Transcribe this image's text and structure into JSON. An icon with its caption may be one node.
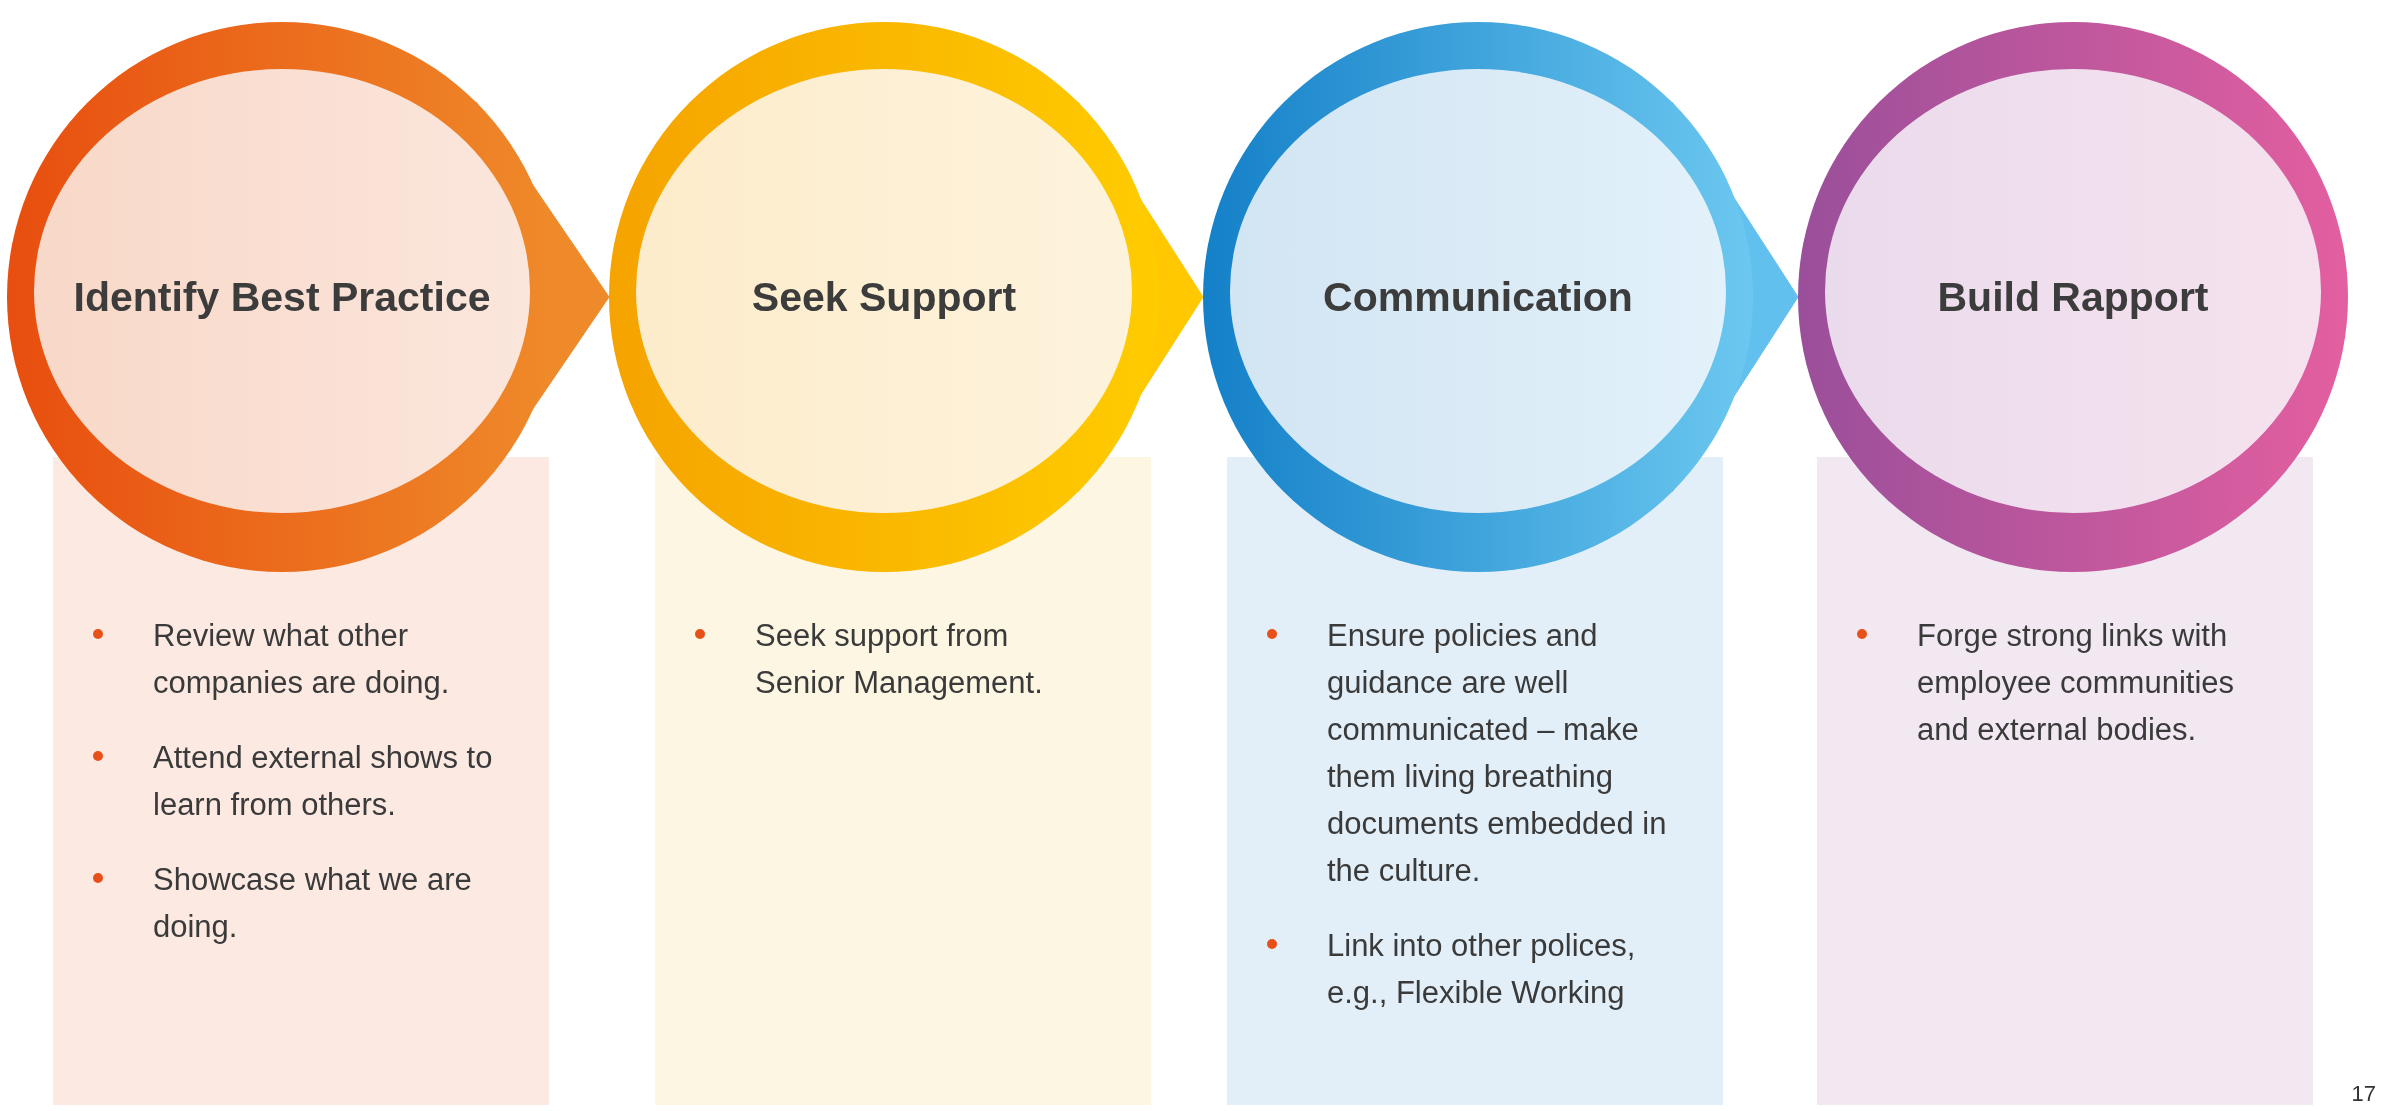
{
  "diagram": {
    "nodes": [
      {
        "text": [
          "Identify Best Practice"
        ]
      },
      {
        "text": [
          "Seek Support"
        ]
      },
      {
        "text": [
          "Communication"
        ]
      },
      {
        "text": [
          "Build Rapport"
        ]
      },
      {
        "text": [
          "Review what other companies are doing.",
          "Attend external shows to learn from others.",
          "Showcase what we are doing."
        ]
      },
      {
        "text": [
          "Seek support from Senior Management."
        ]
      },
      {
        "text": [
          "Ensure policies and guidance are well communicated – make them living breathing documents embedded in the culture.",
          "Link into other polices, e.g., Flexible Working"
        ]
      },
      {
        "text": [
          "Forge strong links with employee communities and external bodies."
        ]
      }
    ],
    "edges": [
      {
        "from": 0,
        "to": 1,
        "arrow": "to",
        "color": "#ef8a2a"
      },
      {
        "from": 1,
        "to": 2,
        "arrow": "to",
        "color": "#ffc800"
      },
      {
        "from": 2,
        "to": 3,
        "arrow": "to",
        "color": "#62c0ee"
      }
    ],
    "labels": [
      "17"
    ]
  }
}
